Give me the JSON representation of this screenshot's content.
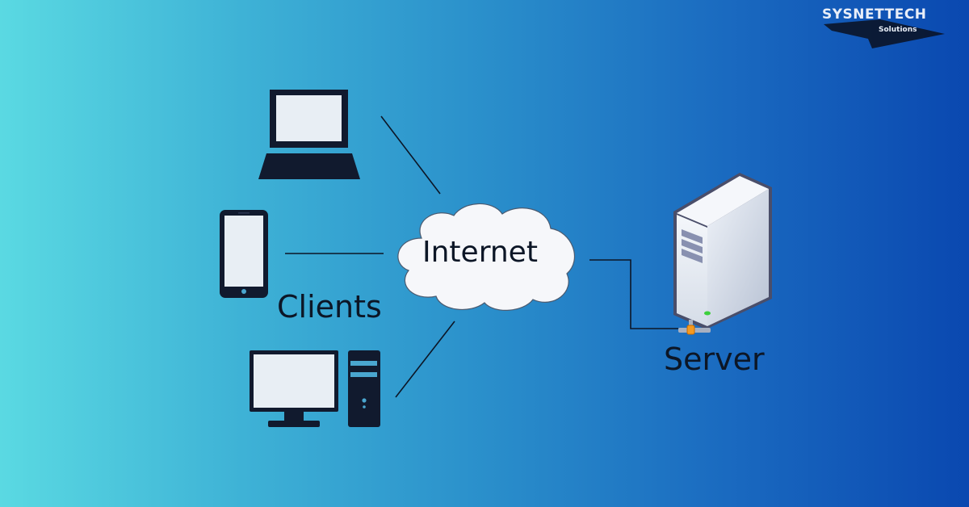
{
  "logo": {
    "title": "SYSNETTECH",
    "subtitle": "Solutions"
  },
  "diagram": {
    "title": "Client-Server Architecture",
    "nodes": {
      "cloud": {
        "label": "Internet",
        "icon": "cloud-icon"
      },
      "clients": {
        "label": "Clients",
        "devices": [
          {
            "name": "laptop",
            "icon": "laptop-icon"
          },
          {
            "name": "smartphone",
            "icon": "smartphone-icon"
          },
          {
            "name": "desktop",
            "icon": "desktop-computer-icon"
          }
        ]
      },
      "server": {
        "label": "Server",
        "icon": "server-tower-icon"
      }
    },
    "edges": [
      {
        "from": "laptop",
        "to": "Internet"
      },
      {
        "from": "smartphone",
        "to": "Internet"
      },
      {
        "from": "desktop",
        "to": "Internet"
      },
      {
        "from": "Internet",
        "to": "Server"
      }
    ]
  },
  "colors": {
    "background_start": "#5ad9e2",
    "background_end": "#0a48b0",
    "device_dark": "#111a2e",
    "screen_light": "#e8eef4",
    "cloud_fill": "#f6f7fa",
    "connector_orange": "#f59a20",
    "server_led": "#3ccf3c"
  }
}
